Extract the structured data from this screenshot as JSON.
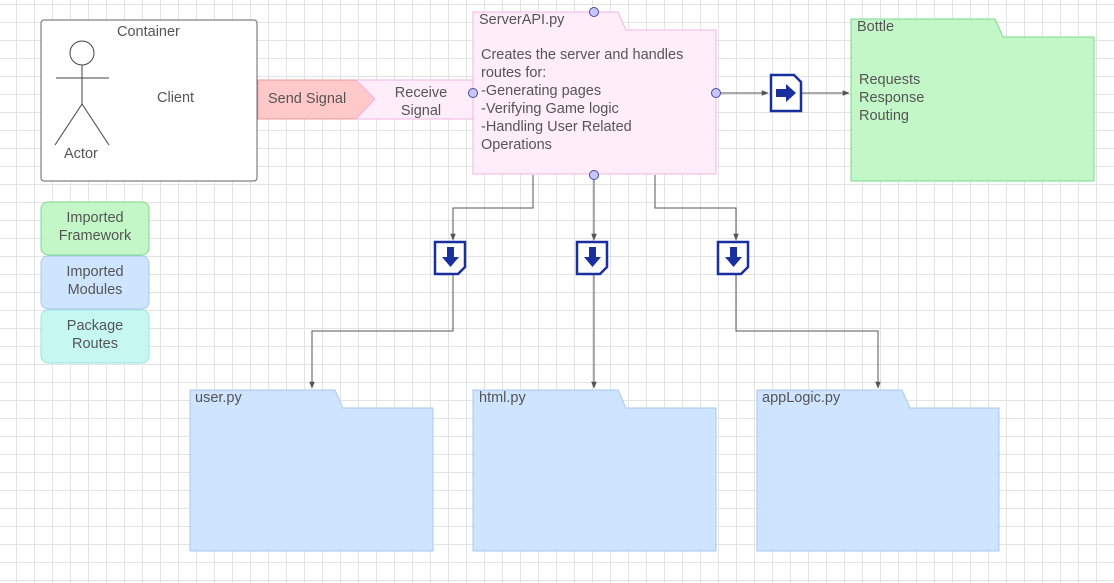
{
  "container": {
    "title": "Container",
    "actor_label": "Actor",
    "client_label": "Client"
  },
  "signals": {
    "send": "Send Signal",
    "receive": "Receive\nSignal"
  },
  "server_api": {
    "tab": "ServerAPI.py",
    "description": "Creates the server and handles\nroutes for:\n-Generating pages\n-Verifying Game logic\n-Handling User Related\nOperations"
  },
  "bottle": {
    "tab": "Bottle",
    "body": "Requests\nResponse\nRouting"
  },
  "legend": [
    {
      "label": "Imported\nFramework",
      "color": "#c3f7c8"
    },
    {
      "label": "Imported\nModules",
      "color": "#cfe4ff"
    },
    {
      "label": "Package\nRoutes",
      "color": "#c7f7f1"
    }
  ],
  "modules": [
    {
      "tab": "user.py"
    },
    {
      "tab": "html.py"
    },
    {
      "tab": "appLogic.py"
    }
  ],
  "icons": [
    "document-arrow-right-icon",
    "document-arrow-down-icon"
  ],
  "colors": {
    "framework_fill": "#c3f7c8",
    "framework_stroke": "#7cd98a",
    "module_fill": "#cfe4ff",
    "module_stroke": "#a9c9ef",
    "route_fill": "#c7f7f1",
    "route_stroke": "#9fe3dc",
    "server_fill": "#ffeefa",
    "server_stroke": "#f2b5e1",
    "send_fill": "#ffc9c9",
    "send_stroke": "#e99a9a",
    "icon_color": "#1a2f9e",
    "connector_dot": "#c7c7ff"
  }
}
